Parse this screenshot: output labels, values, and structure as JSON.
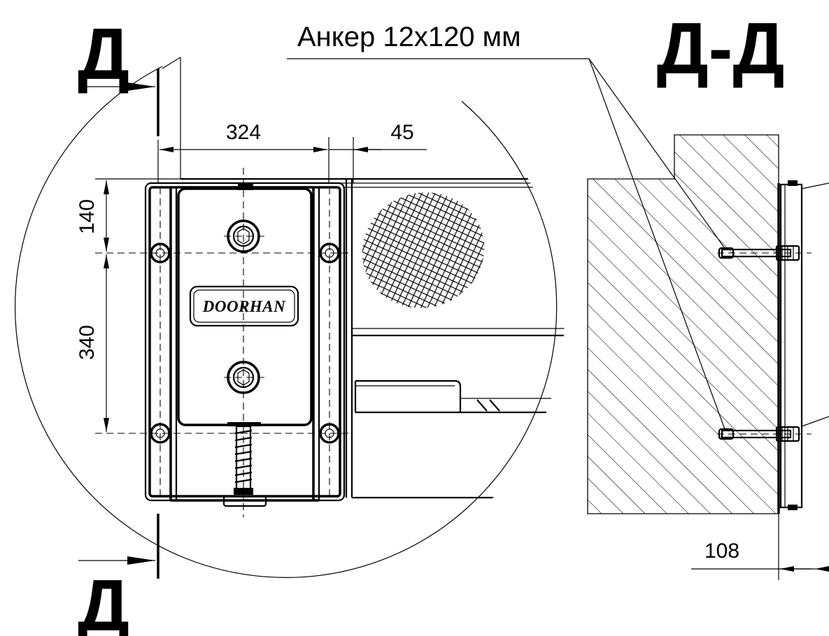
{
  "annotation": {
    "anchor_label": "Анкер 12х120 мм",
    "section_title": "Д-Д"
  },
  "section_markers": {
    "top": "Д",
    "bottom": "Д"
  },
  "dimensions": {
    "width_324": "324",
    "offset_45": "45",
    "height_140": "140",
    "height_340": "340",
    "depth_108": "108"
  },
  "logo": {
    "text": "DOORHAN"
  }
}
